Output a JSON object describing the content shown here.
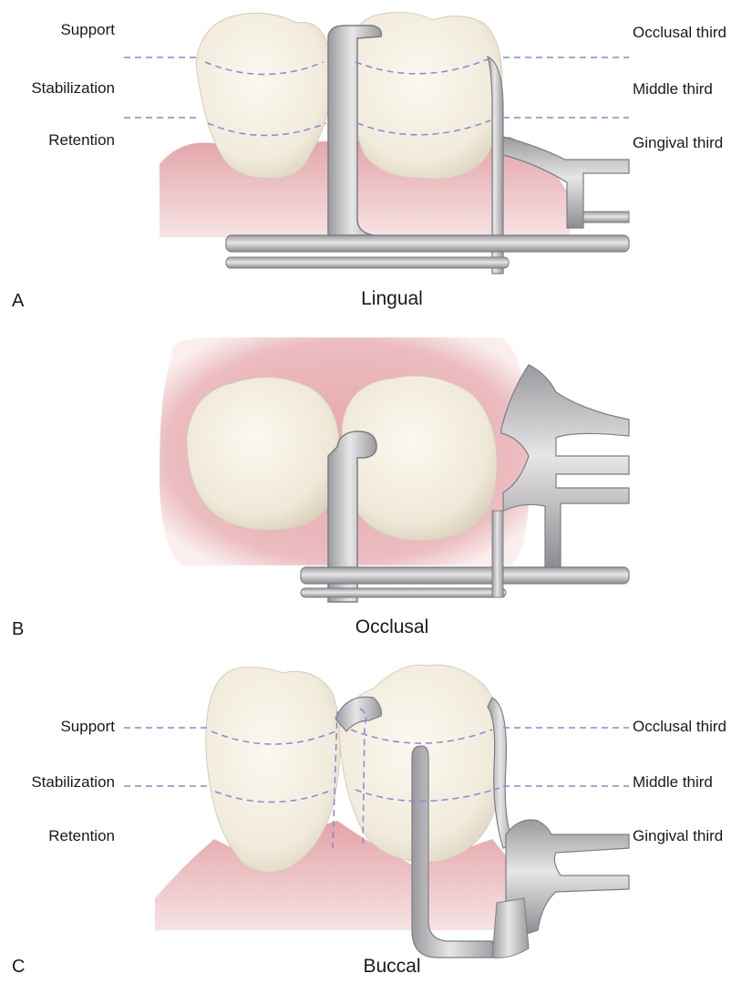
{
  "colors": {
    "enamel": "#f5f0e2",
    "enamel_shade": "#ddd5c2",
    "gingiva": "#e3a8ad",
    "gingiva_light": "#f3d4d6",
    "metal": "#c9c9cb",
    "metal_dark": "#8f8f93",
    "guide_line": "#8b86d6"
  },
  "panels": [
    {
      "letter": "A",
      "view": "Lingual",
      "left_labels": [
        "Support",
        "Stabilization",
        "Retention"
      ],
      "right_labels": [
        "Occlusal third",
        "Middle third",
        "Gingival third"
      ]
    },
    {
      "letter": "B",
      "view": "Occlusal"
    },
    {
      "letter": "C",
      "view": "Buccal",
      "left_labels": [
        "Support",
        "Stabilization",
        "Retention"
      ],
      "right_labels": [
        "Occlusal third",
        "Middle third",
        "Gingival third"
      ]
    }
  ]
}
